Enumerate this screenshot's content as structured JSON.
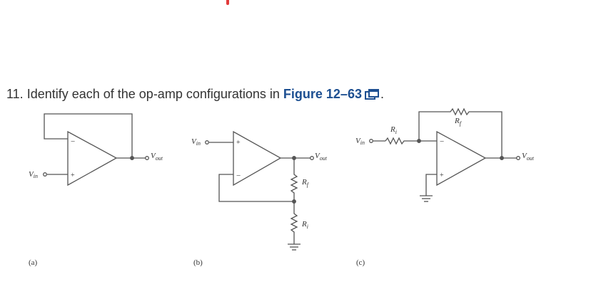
{
  "question": {
    "number": "11.",
    "text": "Identify each of the op-amp configurations in",
    "link": "Figure 12–63",
    "link_icon": "popout-window-icon",
    "end": "."
  },
  "figure": {
    "a": {
      "caption": "(a)",
      "vin_main": "V",
      "vin_sub": "in",
      "vout_main": "V",
      "vout_sub": "out",
      "minus": "−",
      "plus": "+"
    },
    "b": {
      "caption": "(b)",
      "vin_main": "V",
      "vin_sub": "in",
      "vout_main": "V",
      "vout_sub": "out",
      "minus": "−",
      "plus": "+",
      "rf_main": "R",
      "rf_sub": "f",
      "ri_main": "R",
      "ri_sub": "i"
    },
    "c": {
      "caption": "(c)",
      "vin_main": "V",
      "vin_sub": "in",
      "vout_main": "V",
      "vout_sub": "out",
      "minus": "−",
      "plus": "+",
      "rf_main": "R",
      "rf_sub": "f",
      "ri_main": "R",
      "ri_sub": "i"
    }
  },
  "colors": {
    "link": "#1d4f91",
    "text": "#333333",
    "marker": "#e23b3b"
  }
}
